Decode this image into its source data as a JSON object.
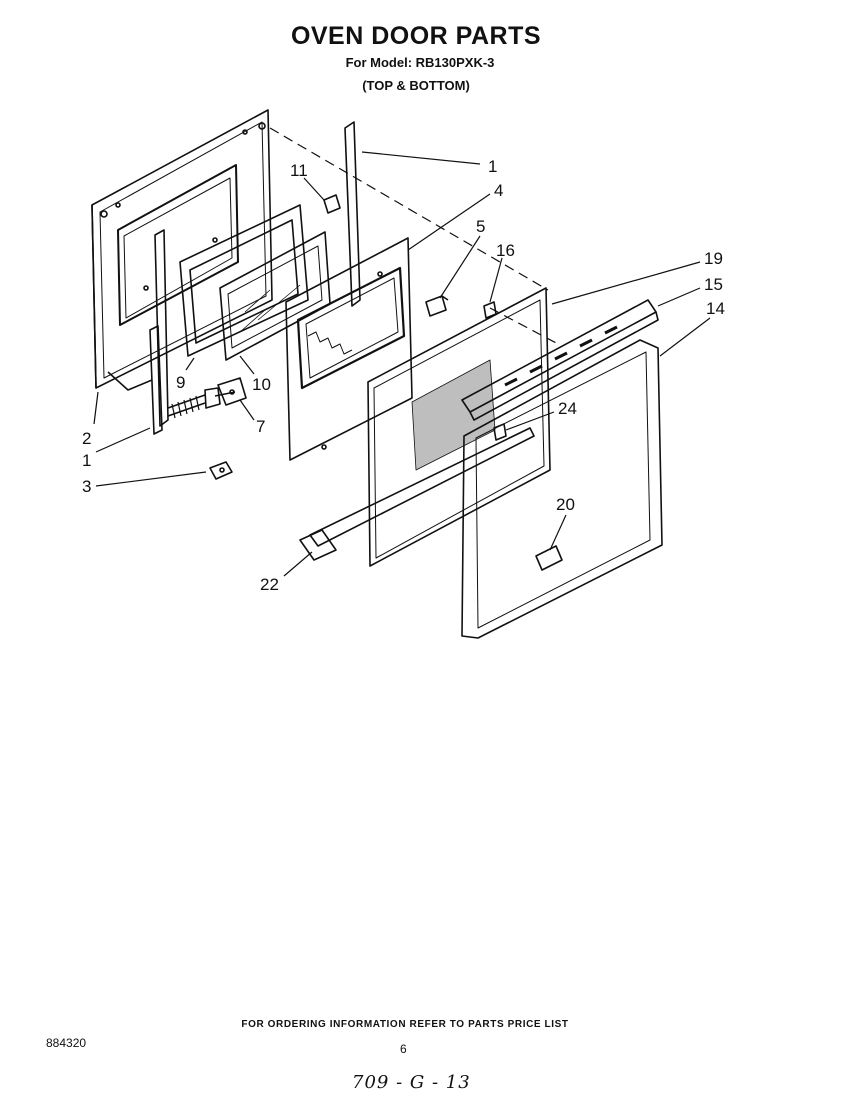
{
  "header": {
    "title": "OVEN DOOR PARTS",
    "model_line": "For Model: RB130PXK-3",
    "section": "(TOP & BOTTOM)"
  },
  "callouts": [
    {
      "id": "c1a",
      "label": "1"
    },
    {
      "id": "c11",
      "label": "11"
    },
    {
      "id": "c4",
      "label": "4"
    },
    {
      "id": "c5",
      "label": "5"
    },
    {
      "id": "c16",
      "label": "16"
    },
    {
      "id": "c19",
      "label": "19"
    },
    {
      "id": "c15",
      "label": "15"
    },
    {
      "id": "c14",
      "label": "14"
    },
    {
      "id": "c24",
      "label": "24"
    },
    {
      "id": "c20",
      "label": "20"
    },
    {
      "id": "c22",
      "label": "22"
    },
    {
      "id": "c9",
      "label": "9"
    },
    {
      "id": "c10",
      "label": "10"
    },
    {
      "id": "c7",
      "label": "7"
    },
    {
      "id": "c2",
      "label": "2"
    },
    {
      "id": "c1b",
      "label": "1"
    },
    {
      "id": "c3",
      "label": "3"
    }
  ],
  "footer": {
    "ordering_note": "FOR ORDERING INFORMATION REFER TO PARTS PRICE LIST",
    "doc_number": "884320",
    "page_number": "6",
    "handwritten": "709 - G - 13"
  }
}
